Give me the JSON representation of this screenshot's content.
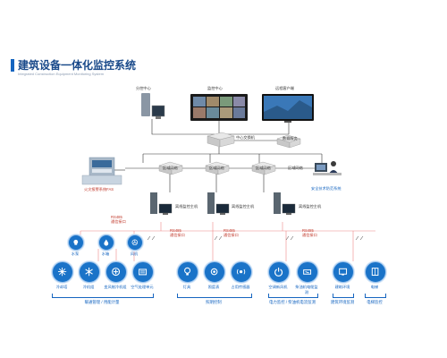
{
  "header": {
    "title": "建筑设备一体化监控系统",
    "subtitle": "Integrated Construction Equipment Monitoring System"
  },
  "nodes": {
    "branch_center": "分控中心",
    "monitor_center": "监控中心",
    "remote_client": "远程客户端",
    "central_switch": "中心交换机",
    "data_server": "数据服务",
    "fire_alarm": "火灾报警系统FAS",
    "security": "安全技术防范系统",
    "switch_1": "区域网络",
    "switch_2": "区域网络",
    "switch_3": "区域网络",
    "switch_4": "区域网络",
    "host_1": "离线监控主机",
    "host_2": "离线监控主机",
    "host_3": "离线监控主机"
  },
  "interfaces": {
    "rs485_1": "RS485",
    "comm_1": "通信接口",
    "rs485_2": "RS485",
    "comm_2": "通信接口",
    "rs485_3": "RS485",
    "comm_3": "通信接口",
    "rs485_4": "RS485",
    "comm_4": "通信接口"
  },
  "devices": {
    "top_row": [
      "水泵",
      "水箱",
      "风机"
    ],
    "bottom_row": [
      "冷却塔",
      "冷机组",
      "变风制冷机组",
      "空气处理单元",
      "灯具",
      "照度表",
      "占用传感器",
      "空调新风机",
      "柴油机电缆监测",
      "建筑环境",
      "电梯"
    ]
  },
  "groups": {
    "hvac": "暖通管理 / 用能计量",
    "lighting": "照明控制",
    "power": "电力监控 / 柴油机电流监测",
    "env": "建筑环境监测",
    "elevator": "电梯监控"
  }
}
